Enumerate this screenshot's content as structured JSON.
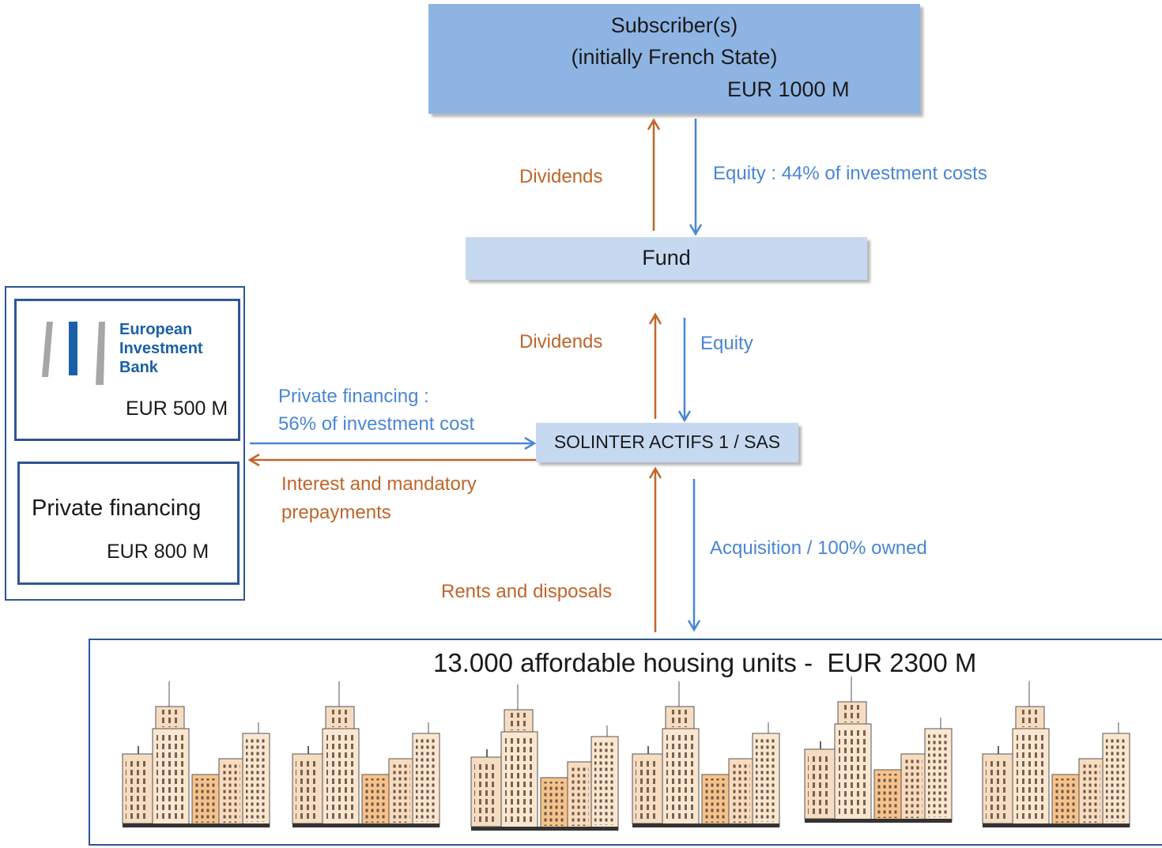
{
  "subscriber": {
    "line1": "Subscriber(s)",
    "line2": "(initially French State)",
    "amount": "EUR 1000 M"
  },
  "fund": {
    "label": "Fund"
  },
  "solinter": {
    "label": "SOLINTER ACTIFS 1 / SAS"
  },
  "eib": {
    "logo_lines": [
      "European",
      "Investment",
      "Bank"
    ],
    "amount": "EUR 500 M"
  },
  "private": {
    "label": "Private financing",
    "amount": "EUR 800 M"
  },
  "housing": {
    "title": "13.000 affordable housing units -  EUR 2300 M"
  },
  "flows": {
    "dividends_top": "Dividends",
    "equity_top": "Equity : 44% of investment costs",
    "dividends_mid": "Dividends",
    "equity_mid": "Equity",
    "private_financing_1": "Private financing :",
    "private_financing_2": "56% of investment cost",
    "interest_1": "Interest and mandatory",
    "interest_2": "prepayments",
    "acquisition": "Acquisition / 100% owned",
    "rents": "Rents and disposals"
  },
  "colors": {
    "blue_box": "#8eb4e3",
    "light_blue_box": "#c6d9f1",
    "border_blue": "#2e5597",
    "arrow_blue": "#4a86d4",
    "arrow_orange": "#c0652a"
  }
}
